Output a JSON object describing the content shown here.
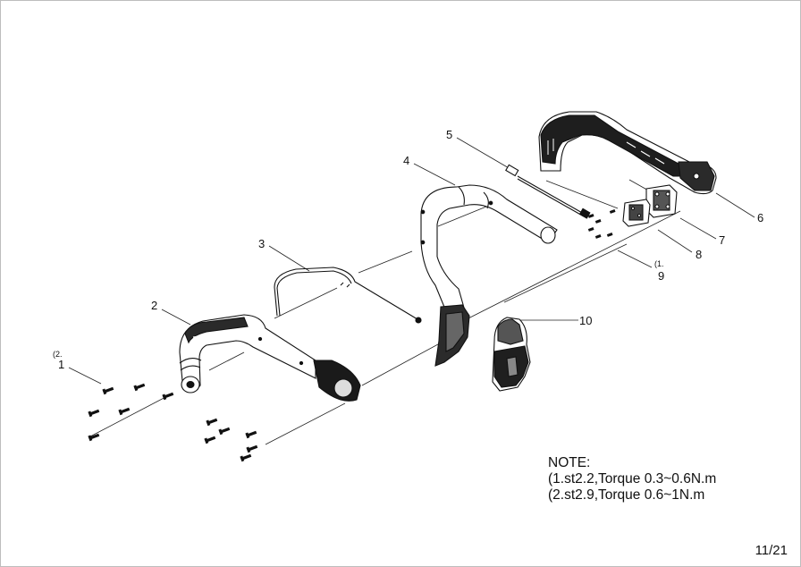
{
  "callouts": {
    "p1": "1",
    "p1_note": "(2.",
    "p2": "2",
    "p3": "3",
    "p4": "4",
    "p5": "5",
    "p6": "6",
    "p7": "7",
    "p8": "8",
    "p9": "9",
    "p9_note": "(1.",
    "p10": "10"
  },
  "note": {
    "title": "NOTE:",
    "line1": "(1.st2.2,Torque 0.3~0.6N.m",
    "line2": "(2.st2.9,Torque 0.6~1N.m"
  },
  "page_number": "11/21"
}
